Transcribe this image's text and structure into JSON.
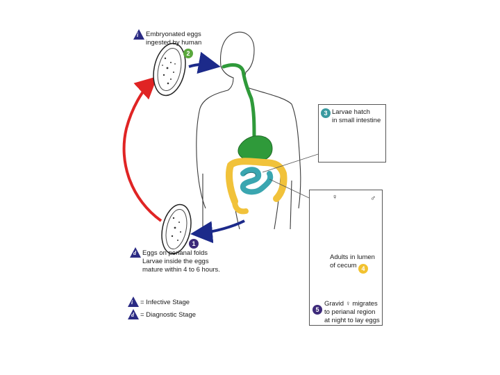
{
  "steps": {
    "s1": {
      "number": "1",
      "stage_letter": "d",
      "lines": [
        "Eggs on perianal folds",
        "Larvae inside the eggs",
        "mature within 4 to 6 hours."
      ]
    },
    "s2": {
      "number": "2",
      "stage_letter": "i",
      "lines": [
        "Embryonated eggs",
        "ingested by human"
      ]
    },
    "s3": {
      "number": "3",
      "lines": [
        "Larvae hatch",
        "in small intestine"
      ]
    },
    "s4": {
      "number": "4",
      "lines": [
        "Adults in lumen",
        "of cecum"
      ]
    },
    "s5": {
      "number": "5",
      "lines": [
        "Gravid ♀ migrates",
        "to perianal region",
        "at night to lay eggs"
      ]
    }
  },
  "sex_symbols": {
    "female": "♀",
    "male": "♂"
  },
  "legend": [
    {
      "letter": "i",
      "text": "= Infective Stage"
    },
    {
      "letter": "d",
      "text": "= Diagnostic Stage"
    }
  ],
  "colors": {
    "step_purple": "#3d2a7a",
    "step_green": "#5aa83c",
    "step_teal": "#3a9aa0",
    "step_yellow": "#f2c230",
    "arrow_red": "#e02424",
    "arrow_blue": "#1c2a8a",
    "gi_green": "#2f9a3a",
    "intestine_yellow": "#f1c23a",
    "intestine_teal": "#3aa6b0"
  }
}
